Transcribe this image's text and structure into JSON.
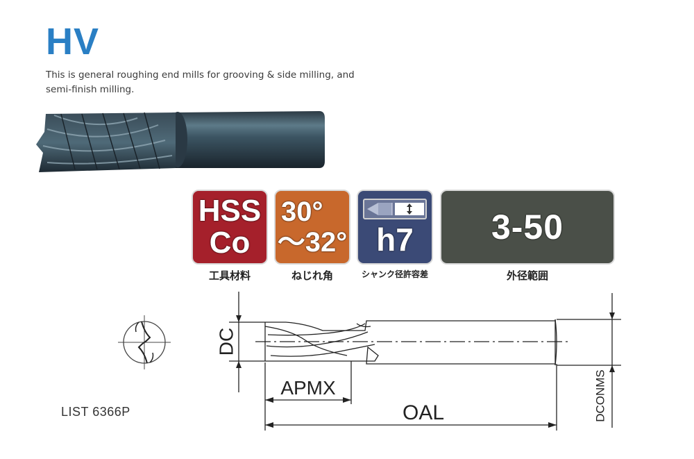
{
  "product": {
    "title": "HV",
    "description": "This is general roughing end mills for grooving & side milling, and semi-finish milling.",
    "list_number": "LIST 6366P"
  },
  "badges": {
    "material": {
      "line1": "HSS",
      "line2": "Co",
      "caption": "工具材料",
      "color": "#a5202b"
    },
    "helix": {
      "line1": "30°",
      "line2": "～32°",
      "caption": "ねじれ角",
      "color": "#c8682c"
    },
    "shank": {
      "value": "h7",
      "caption": "シャンク径許容差",
      "color": "#3b4a76"
    },
    "range": {
      "value": "3-50",
      "caption": "外径範囲",
      "color": "#4a4f48"
    }
  },
  "drawing": {
    "dc_label": "DC",
    "apmx_label": "APMX",
    "oal_label": "OAL",
    "dconms_label": "DCONMS"
  },
  "colors": {
    "title_blue": "#2a7fc4"
  }
}
